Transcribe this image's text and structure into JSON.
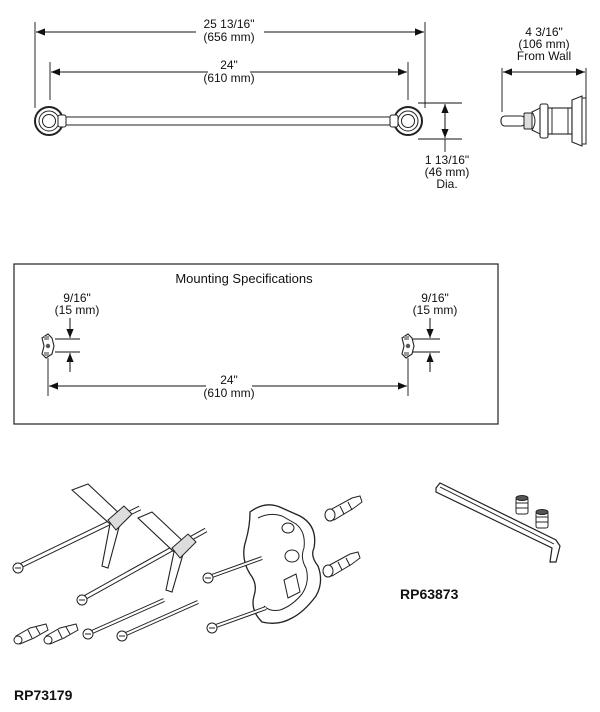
{
  "bar_overall": {
    "imperial": "25 13/16\"",
    "metric": "(656 mm)"
  },
  "bar_centers": {
    "imperial": "24\"",
    "metric": "(610 mm)"
  },
  "projection": {
    "imperial": "4 3/16\"",
    "metric": "(106 mm)",
    "note": "From Wall"
  },
  "diameter": {
    "imperial": "1 13/16\"",
    "metric": "(46 mm)",
    "note": "Dia."
  },
  "mounting": {
    "title": "Mounting Specifications",
    "left_offset": {
      "imperial": "9/16\"",
      "metric": "(15 mm)"
    },
    "right_offset": {
      "imperial": "9/16\"",
      "metric": "(15 mm)"
    },
    "centers": {
      "imperial": "24\"",
      "metric": "(610 mm)"
    }
  },
  "parts": {
    "kit_a": "RP63873",
    "kit_b": "RP73179"
  }
}
